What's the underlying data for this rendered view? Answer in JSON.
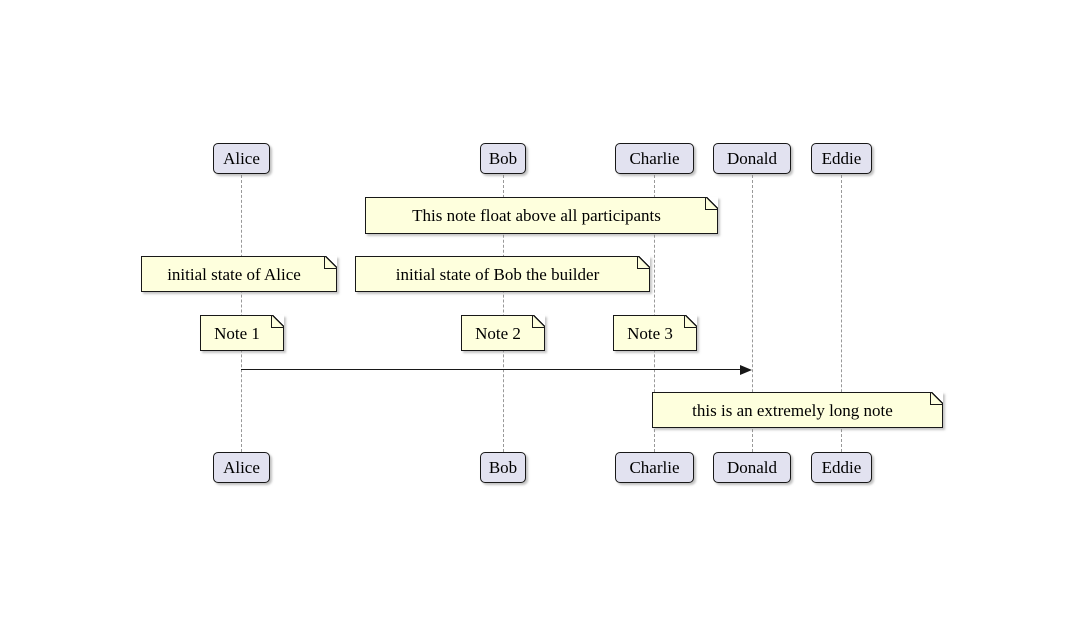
{
  "diagram": {
    "type": "sequence-diagram",
    "participants": [
      {
        "name": "Alice"
      },
      {
        "name": "Bob"
      },
      {
        "name": "Charlie"
      },
      {
        "name": "Donald"
      },
      {
        "name": "Eddie"
      }
    ],
    "notes": [
      {
        "text": "This note float above all participants",
        "position": "floating above participants, spans Bob to Charlie"
      },
      {
        "text": "initial state of Alice",
        "position": "over Alice"
      },
      {
        "text": "initial state of Bob the builder",
        "position": "over Bob"
      },
      {
        "text": "Note 1",
        "position": "over Alice"
      },
      {
        "text": "Note 2",
        "position": "over Bob"
      },
      {
        "text": "Note 3",
        "position": "over Charlie"
      },
      {
        "text": "this is an extremely long note",
        "position": "over Charlie to Eddie"
      }
    ],
    "messages": [
      {
        "from": "Alice",
        "to": "Donald",
        "label": ""
      }
    ],
    "colors": {
      "participant_fill": "#E2E2F0",
      "participant_border": "#181818",
      "note_fill": "#FEFFDD",
      "note_border": "#181818",
      "lifeline": "#999999",
      "arrow": "#181818"
    }
  }
}
